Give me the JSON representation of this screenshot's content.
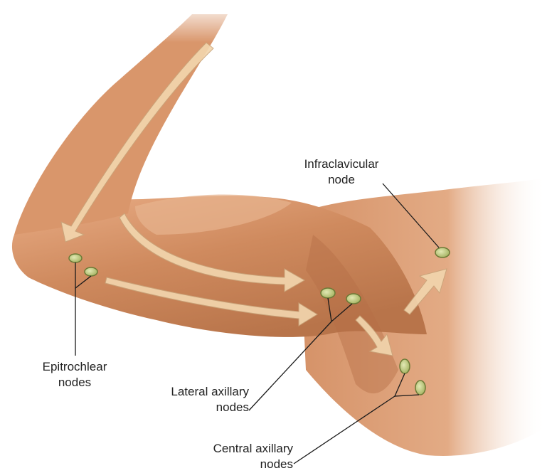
{
  "colors": {
    "skin_light": "#f2c2a0",
    "skin_mid": "#d99a70",
    "skin_dark": "#b47048",
    "node_fill": "#c6d08a",
    "node_stroke": "#6b7a36",
    "arrow_fill": "#f0d2a8",
    "leader_line": "#1a1a1a",
    "label_text": "#222222"
  },
  "labels": {
    "infraclavicular": {
      "line1": "Infraclavicular",
      "line2": "node"
    },
    "epitrochlear": {
      "line1": "Epitrochlear",
      "line2": "nodes"
    },
    "lateral_axillary": {
      "line1": "Lateral axillary",
      "line2": "nodes"
    },
    "central_axillary": {
      "line1": "Central axillary",
      "line2": "nodes"
    }
  },
  "nodes": [
    {
      "group": "epitrochlear",
      "count": 2
    },
    {
      "group": "lateral_axillary",
      "count": 2
    },
    {
      "group": "central_axillary",
      "count": 2
    },
    {
      "group": "infraclavicular",
      "count": 1
    }
  ],
  "arrows": [
    "forearm-flow",
    "upper-arm-flow",
    "inner-arm-flow",
    "axilla-flow",
    "infraclavicular-flow"
  ]
}
